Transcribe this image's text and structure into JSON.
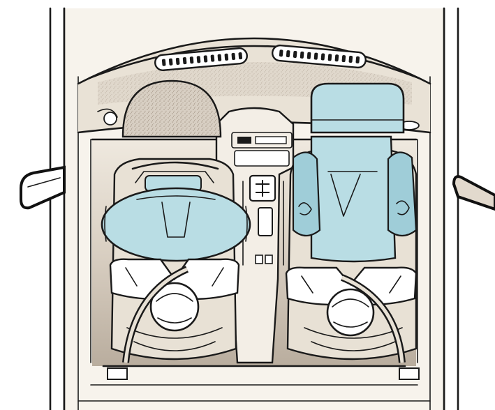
{
  "colors": {
    "line": "#1a1a1a",
    "body_fill": "#f6f2ea",
    "shade": "#c7bdb0",
    "airbag": "#b9dde4",
    "airbag_deep": "#9fcdd8",
    "person": "#ffffff"
  },
  "figure": {
    "subject": "car-interior-top-view",
    "airbags": [
      "driver-front-airbag",
      "passenger-front-airbag",
      "passenger-side-airbag-left",
      "passenger-side-airbag-right"
    ],
    "occupants": [
      "driver",
      "front-passenger"
    ]
  }
}
